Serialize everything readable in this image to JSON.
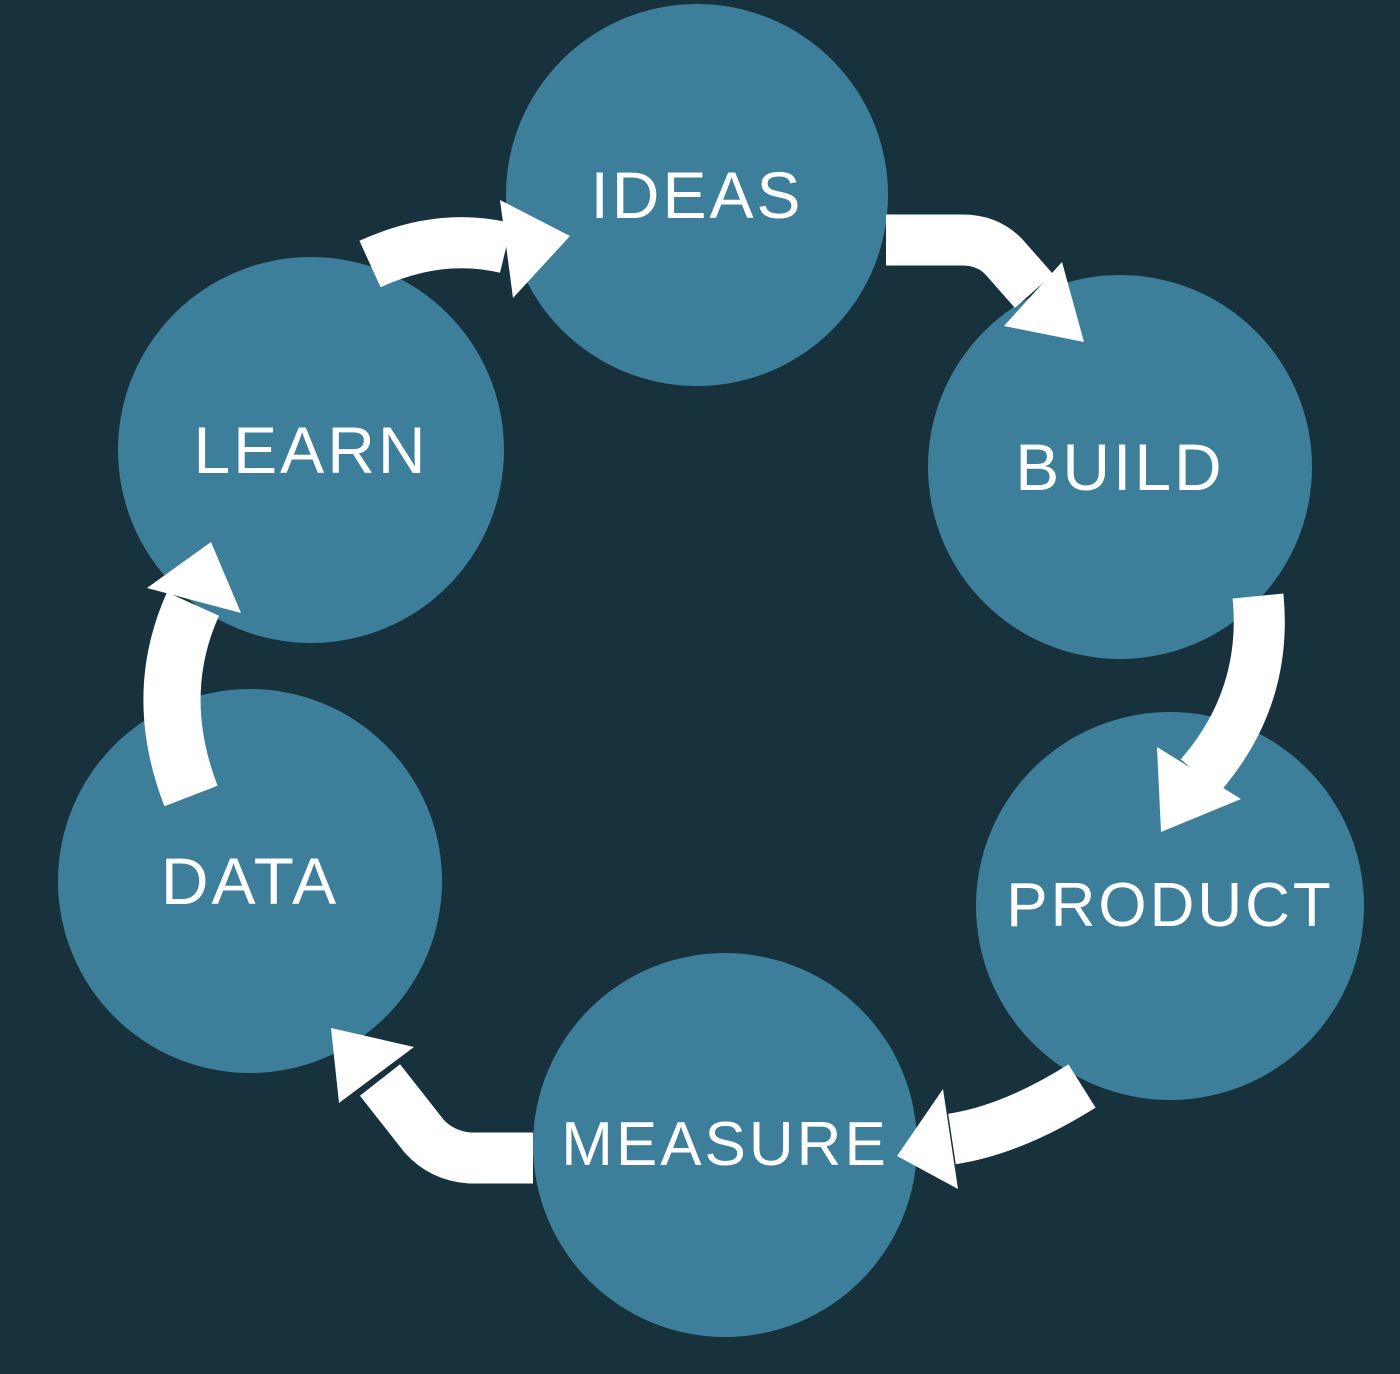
{
  "diagram": {
    "type": "cycle",
    "nodes": [
      {
        "id": "ideas",
        "label": "IDEAS"
      },
      {
        "id": "build",
        "label": "BUILD"
      },
      {
        "id": "product",
        "label": "PRODUCT"
      },
      {
        "id": "measure",
        "label": "MEASURE"
      },
      {
        "id": "data",
        "label": "DATA"
      },
      {
        "id": "learn",
        "label": "LEARN"
      }
    ],
    "connections": [
      {
        "from": "IDEAS",
        "to": "BUILD"
      },
      {
        "from": "BUILD",
        "to": "PRODUCT"
      },
      {
        "from": "PRODUCT",
        "to": "MEASURE"
      },
      {
        "from": "MEASURE",
        "to": "DATA"
      },
      {
        "from": "DATA",
        "to": "LEARN"
      },
      {
        "from": "LEARN",
        "to": "IDEAS"
      }
    ]
  },
  "theme": {
    "background_color": "#17313d",
    "node_color": "#3d7f9b",
    "text_color": "#ffffff",
    "arrow_color": "#ffffff"
  }
}
